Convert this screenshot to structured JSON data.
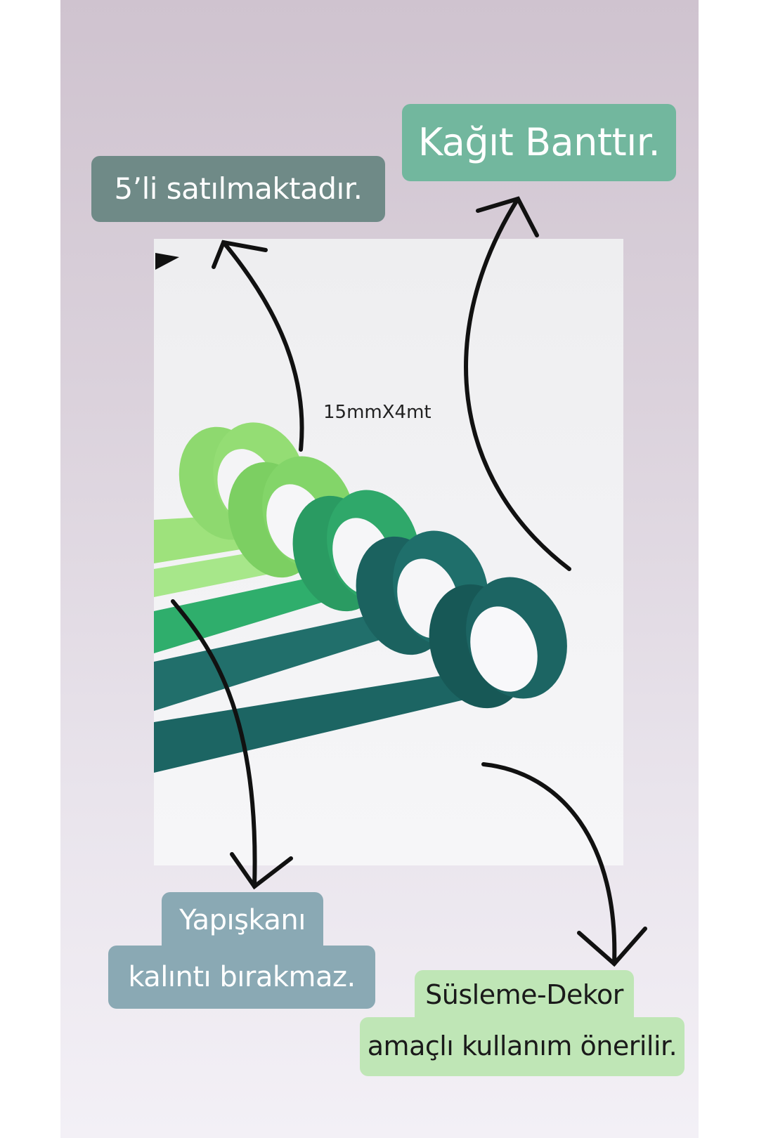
{
  "labels": {
    "sold": "5’li satılmaktadır.",
    "paper": "Kağıt Banttır.",
    "adhesive_line1": "Yapışkanı",
    "adhesive_line2": "kalıntı bırakmaz.",
    "decor_line1": "Süsleme-Dekor",
    "decor_line2": "amaçlı kullanım önerilir."
  },
  "size": "15mmX4mt",
  "colors": {
    "sold_bg": "#6f8a87",
    "paper_bg": "#72b79e",
    "adhesive_bg": "#8aa9b4",
    "decor_bg": "#bfe6b6",
    "tape_1": "#8ed96f",
    "tape_2": "#7ccf62",
    "tape_3": "#2fa86a",
    "tape_4": "#1f6f6b",
    "tape_5": "#1c6563"
  },
  "icons": [
    "play-icon",
    "arrow-icon"
  ]
}
